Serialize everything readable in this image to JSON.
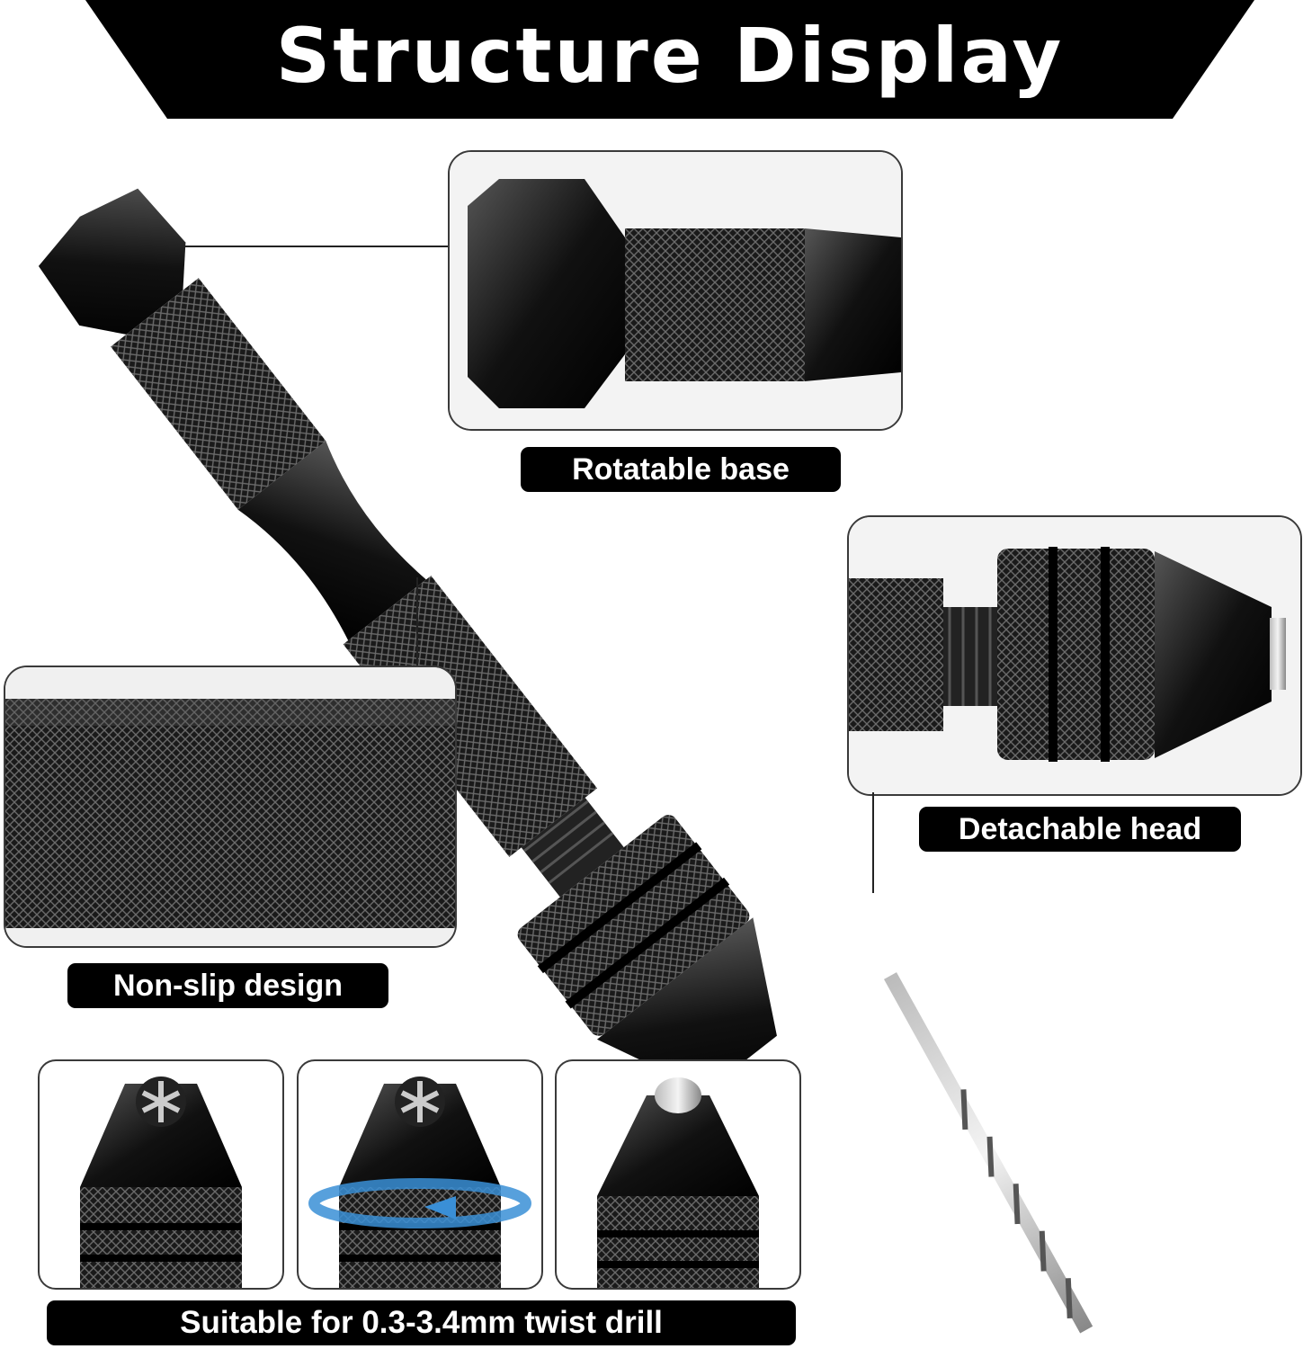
{
  "banner": {
    "title": "Structure Display"
  },
  "callouts": {
    "rotatable": "Rotatable base",
    "detachable": "Detachable head",
    "nonslip": "Non-slip design",
    "suitable": "Suitable for 0.3-3.4mm twist drill"
  },
  "colors": {
    "background": "#ffffff",
    "label_bg": "#000000",
    "label_text": "#ffffff",
    "accent_arrow": "#3a8fd6"
  }
}
